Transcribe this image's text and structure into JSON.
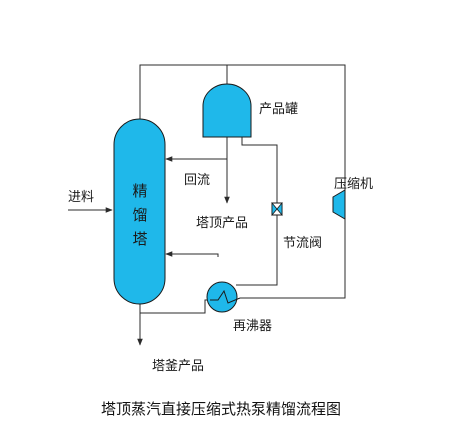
{
  "colors": {
    "equipment_fill": "#1fb8ea",
    "equipment_stroke": "#1a1a1a",
    "pipe": "#2b2b2b"
  },
  "labels": {
    "column": [
      "精",
      "馏",
      "塔"
    ],
    "feed": "进料",
    "product_tank": "产品罐",
    "reflux": "回流",
    "top_product": "塔顶产品",
    "throttle_valve": "节流阀",
    "compressor": "压缩机",
    "reboiler": "再沸器",
    "bottom_product": "塔釜产品"
  },
  "caption": "塔顶蒸汽直接压缩式热泵精馏流程图"
}
